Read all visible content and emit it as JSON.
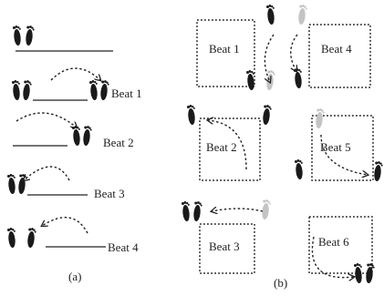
{
  "panel_a": {
    "label": "(a)",
    "beats": [
      "Beat 1",
      "Beat 2",
      "Beat 3",
      "Beat 4"
    ]
  },
  "panel_b": {
    "label": "(b)",
    "beats": [
      "Beat 1",
      "Beat 4",
      "Beat 2",
      "Beat 5",
      "Beat 3",
      "Beat 6"
    ]
  }
}
